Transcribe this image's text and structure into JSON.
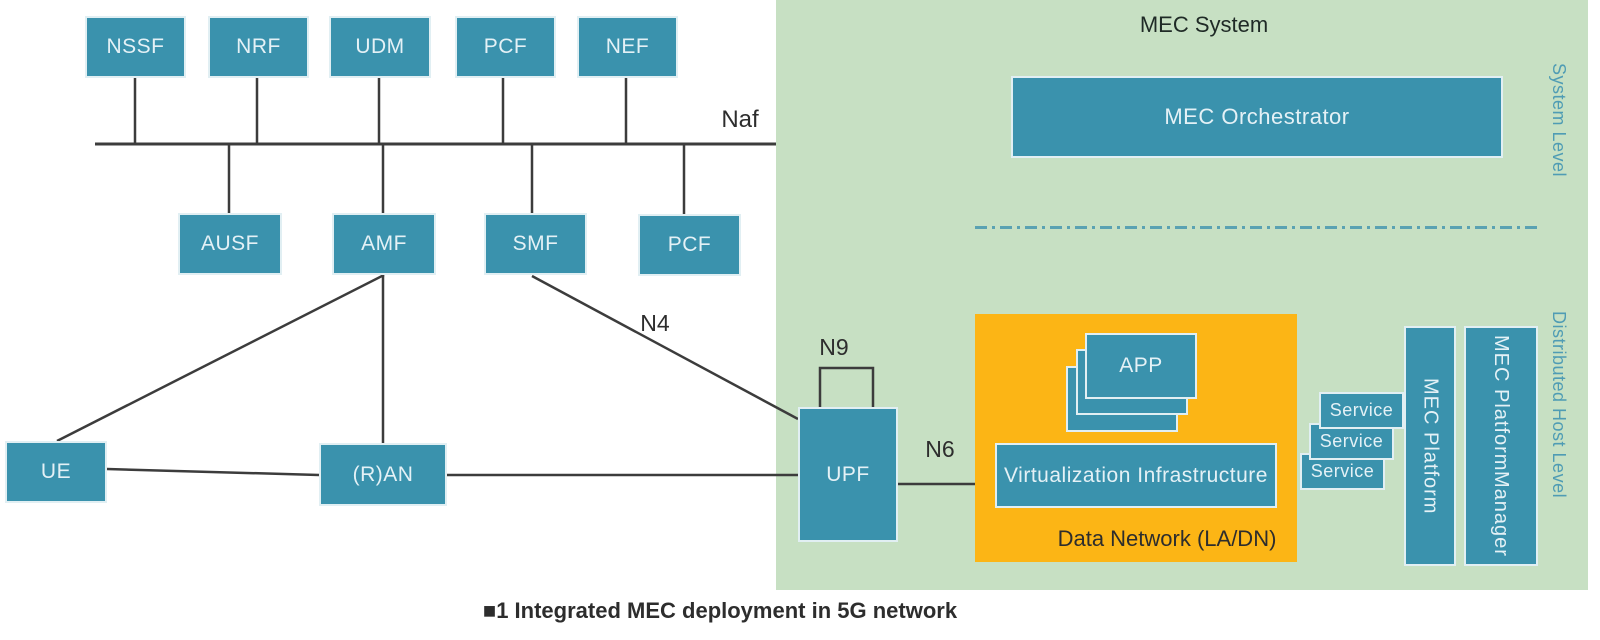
{
  "core_network": {
    "top_row": [
      "NSSF",
      "NRF",
      "UDM",
      "PCF",
      "NEF"
    ],
    "mid_row": [
      "AUSF",
      "AMF",
      "SMF",
      "PCF"
    ],
    "ue": "UE",
    "ran": "(R)AN",
    "upf": "UPF",
    "interfaces": {
      "naf": "Naf",
      "n4": "N4",
      "n9": "N9",
      "n6": "N6"
    }
  },
  "mec_system": {
    "header": "MEC System",
    "orchestrator": "MEC Orchestrator",
    "levels": {
      "system": "System Level",
      "host": "Distributed Host Level"
    },
    "data_network": {
      "app": "APP",
      "virtualization": "Virtualization Infrastructure",
      "label": "Data Network (LA/DN)"
    },
    "services": [
      "Service",
      "Service",
      "Service"
    ],
    "platform": "MEC Platform",
    "platform_manager": {
      "line1": "MEC Platform",
      "line2": "Manager"
    }
  },
  "caption": "■1 Integrated MEC deployment in 5G network",
  "colors": {
    "node_teal": "#3a92ad",
    "panel_green": "#c7e0c3",
    "dn_orange": "#fcb515",
    "line_dark": "#3c3c3c",
    "level_teal": "#4f9cb4",
    "divider_teal": "#5aa2b2"
  }
}
